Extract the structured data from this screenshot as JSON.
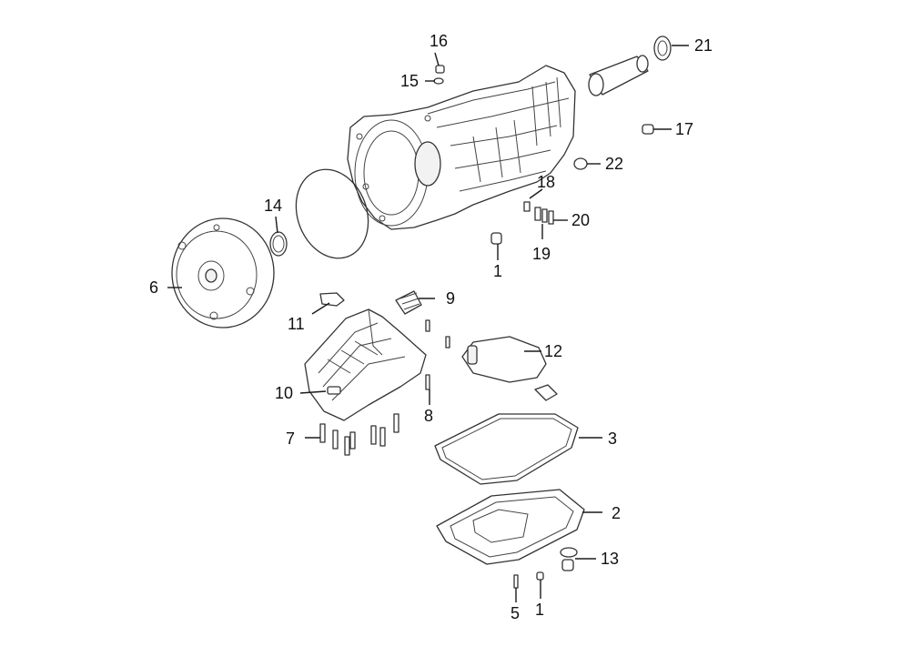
{
  "diagram": {
    "callouts": [
      {
        "id": "c1a",
        "text": "1"
      },
      {
        "id": "c1b",
        "text": "1"
      },
      {
        "id": "c2",
        "text": "2"
      },
      {
        "id": "c3",
        "text": "3"
      },
      {
        "id": "c5",
        "text": "5"
      },
      {
        "id": "c6",
        "text": "6"
      },
      {
        "id": "c7",
        "text": "7"
      },
      {
        "id": "c8",
        "text": "8"
      },
      {
        "id": "c9",
        "text": "9"
      },
      {
        "id": "c10",
        "text": "10"
      },
      {
        "id": "c11",
        "text": "11"
      },
      {
        "id": "c12",
        "text": "12"
      },
      {
        "id": "c13",
        "text": "13"
      },
      {
        "id": "c14",
        "text": "14"
      },
      {
        "id": "c15",
        "text": "15"
      },
      {
        "id": "c16",
        "text": "16"
      },
      {
        "id": "c17",
        "text": "17"
      },
      {
        "id": "c18",
        "text": "18"
      },
      {
        "id": "c19",
        "text": "19"
      },
      {
        "id": "c20",
        "text": "20"
      },
      {
        "id": "c21",
        "text": "21"
      },
      {
        "id": "c22",
        "text": "22"
      }
    ]
  }
}
